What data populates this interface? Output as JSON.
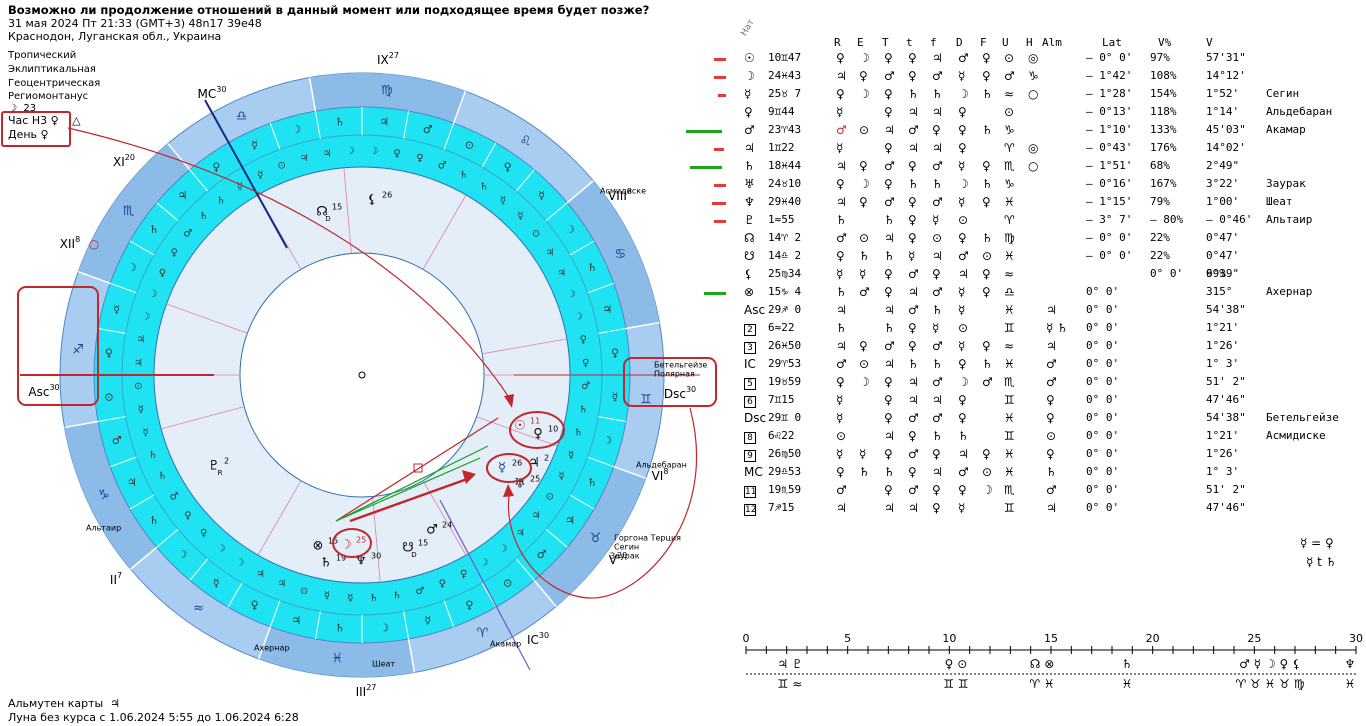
{
  "header": {
    "question": "Возможно ли продолжение отношений в данный момент или подходящее время будет позже?",
    "datetime": "31 мая 2024  Пт  21:33 (GMT+3) 48n17  39e48",
    "place": "Краснодон, Луганская обл., Украина"
  },
  "systems": [
    "Тропический",
    "Эклиптикальная",
    "Геоцентрическая",
    "Региомонтанус"
  ],
  "moon_day": {
    "glyph": "☽",
    "value": "23"
  },
  "hour": {
    "hour_label": "Час Н3",
    "hour_glyph": "♀",
    "hour_mark": "△",
    "day_label": "День",
    "day_glyph": "♀"
  },
  "footer": {
    "almuten_label": "Альмутен карты",
    "almuten_glyph": "♃",
    "void_moon": "Луна без курса с 1.06.2024  5:55 до 1.06.2024  6:28"
  },
  "wheel": {
    "house_labels": [
      {
        "id": "asc",
        "text": "Asc",
        "sup": "30"
      },
      {
        "id": "dsc",
        "text": "Dsc",
        "sup": "30"
      },
      {
        "id": "mc",
        "text": "MC",
        "sup": "30"
      },
      {
        "id": "ic",
        "text": "IC",
        "sup": "30"
      },
      {
        "id": "h2",
        "text": "II",
        "sup": "7"
      },
      {
        "id": "h3",
        "text": "III",
        "sup": "27"
      },
      {
        "id": "h5",
        "text": "V",
        "sup": "20"
      },
      {
        "id": "h6",
        "text": "VI",
        "sup": "8"
      },
      {
        "id": "h8",
        "text": "VIII",
        "sup": "8"
      },
      {
        "id": "h9",
        "text": "IX",
        "sup": "27"
      },
      {
        "id": "h11",
        "text": "XI",
        "sup": "20"
      },
      {
        "id": "h12",
        "text": "XII",
        "sup": "8"
      }
    ],
    "stars": [
      {
        "id": "betelgeuse",
        "text": "Бетельгейзе"
      },
      {
        "id": "polaris",
        "text": "Полярная"
      },
      {
        "id": "aldebaran",
        "text": "Альдебаран"
      },
      {
        "id": "algol",
        "text": "Горгона Терция"
      },
      {
        "id": "segin",
        "text": "Сегин"
      },
      {
        "id": "zaurak",
        "text": "Заурак"
      },
      {
        "id": "achernar",
        "text": "Ахернар"
      },
      {
        "id": "scheat",
        "text": "Шеат"
      },
      {
        "id": "acamar",
        "text": "Акамар"
      },
      {
        "id": "altair",
        "text": "Альтаир"
      },
      {
        "id": "asmidiske",
        "text": "Асмидиске"
      }
    ],
    "planets": [
      {
        "id": "sun",
        "glyph": "☉",
        "deg": "11"
      },
      {
        "id": "venus",
        "glyph": "♀",
        "deg": "10"
      },
      {
        "id": "mercury",
        "glyph": "☿",
        "deg": "26"
      },
      {
        "id": "jupiter",
        "glyph": "♃",
        "deg": "2"
      },
      {
        "id": "uranus",
        "glyph": "♅",
        "deg": "25"
      },
      {
        "id": "mars",
        "glyph": "♂",
        "deg": "24"
      },
      {
        "id": "node_s",
        "glyph": "☋",
        "deg": "15",
        "sub": "D"
      },
      {
        "id": "moon",
        "glyph": "☽",
        "deg": "25"
      },
      {
        "id": "fortune",
        "glyph": "⊗",
        "deg": "15"
      },
      {
        "id": "saturn",
        "glyph": "♄",
        "deg": "19"
      },
      {
        "id": "neptune",
        "glyph": "♆",
        "deg": "30"
      },
      {
        "id": "pluto",
        "glyph": "♇",
        "deg": "2",
        "sub": "R"
      },
      {
        "id": "node_n",
        "glyph": "☊",
        "deg": "15",
        "sub": "D"
      },
      {
        "id": "lilith",
        "glyph": "⚸",
        "deg": "26"
      }
    ]
  },
  "table": {
    "nat_label": "Нат",
    "columns": [
      "R",
      "E",
      "T",
      "t",
      "f",
      "D",
      "F",
      "U",
      "H",
      "Alm",
      "Lat",
      "V%",
      "V"
    ],
    "rows": [
      {
        "p": "☉",
        "pos": "10♊47",
        "dign": [
          "♀",
          "☽",
          "♀",
          "♀",
          "♃",
          "♂",
          "♀",
          "⊙",
          "◎"
        ],
        "alm": "",
        "lat": "– 0° 0'",
        "vp": "97%",
        "v": "57'31\"",
        "star": ""
      },
      {
        "p": "☽",
        "pos": "24♓43",
        "dign": [
          "♃",
          "♀",
          "♂",
          "♀",
          "♂",
          "☿",
          "♀",
          "♂",
          "♑"
        ],
        "alm": "",
        "lat": "– 1°42'",
        "vp": "108%",
        "v": "14°12'",
        "star": ""
      },
      {
        "p": "☿",
        "pos": "25♉ 7",
        "dign": [
          "♀",
          "☽",
          "♀",
          "♄",
          "♄",
          "☽",
          "♄",
          "≈",
          "○"
        ],
        "alm": "",
        "lat": "– 1°28'",
        "vp": "154%",
        "v": "1°52'",
        "star": "Сегин"
      },
      {
        "p": "♀",
        "pos": "9♊44",
        "dign": [
          "☿",
          "",
          "♀",
          "♃",
          "♃",
          "♀",
          "",
          "⊙",
          ""
        ],
        "alm": "",
        "lat": "– 0°13'",
        "vp": "118%",
        "v": "1°14'",
        "star": "Альдебаран"
      },
      {
        "p": "♂",
        "pos": "23♈43",
        "dign": [
          "♂",
          "⊙",
          "♃",
          "♂",
          "♀",
          "♀",
          "♄",
          "♑",
          ""
        ],
        "alm": "",
        "lat": "– 1°10'",
        "vp": "133%",
        "v": "45'03\"",
        "star": "Акамар"
      },
      {
        "p": "♃",
        "pos": "1♊22",
        "dign": [
          "☿",
          "",
          "♀",
          "♃",
          "♃",
          "♀",
          "",
          "♈",
          "◎"
        ],
        "alm": "",
        "lat": "– 0°43'",
        "vp": "176%",
        "v": "14°02'",
        "star": ""
      },
      {
        "p": "♄",
        "pos": "18♓44",
        "dign": [
          "♃",
          "♀",
          "♂",
          "♀",
          "♂",
          "☿",
          "♀",
          "♏",
          "○"
        ],
        "alm": "",
        "lat": "– 1°51'",
        "vp": "68%",
        "v": "2°49\"",
        "star": ""
      },
      {
        "p": "♅",
        "pos": "24♉10",
        "dign": [
          "♀",
          "☽",
          "♀",
          "♄",
          "♄",
          "☽",
          "♄",
          "♑",
          ""
        ],
        "alm": "",
        "lat": "– 0°16'",
        "vp": "167%",
        "v": "3°22'",
        "star": "Заурак"
      },
      {
        "p": "♆",
        "pos": "29♓40",
        "dign": [
          "♃",
          "♀",
          "♂",
          "♀",
          "♂",
          "☿",
          "♀",
          "♓",
          ""
        ],
        "alm": "",
        "lat": "– 1°15'",
        "vp": "79%",
        "v": "1°00'",
        "star": "Шеат"
      },
      {
        "p": "♇",
        "pos": "1≈55",
        "dign": [
          "♄",
          "",
          "♄",
          "♀",
          "☿",
          "⊙",
          "",
          "♈",
          ""
        ],
        "alm": "",
        "lat": "– 3° 7'",
        "vp": "– 80%",
        "v": "– 0°46'",
        "star": "Альтаир"
      },
      {
        "p": "☊",
        "pos": "14♈ 2",
        "dign": [
          "♂",
          "⊙",
          "♃",
          "♀",
          "⊙",
          "♀",
          "♄",
          "♍",
          ""
        ],
        "alm": "",
        "lat": "– 0° 0'",
        "vp": "22%",
        "v": "0°47'",
        "star": ""
      },
      {
        "p": "☋",
        "pos": "14♎ 2",
        "dign": [
          "♀",
          "♄",
          "♄",
          "☿",
          "♃",
          "♂",
          "⊙",
          "♓",
          ""
        ],
        "alm": "",
        "lat": "– 0° 0'",
        "vp": "22%",
        "v": "0°47'",
        "star": ""
      },
      {
        "p": "⚸",
        "pos": "25♍34",
        "dign": [
          "☿",
          "☿",
          "♀",
          "♂",
          "♀",
          "♃",
          "♀",
          "≈",
          ""
        ],
        "alm": "",
        "lat": "",
        "vp": "0° 0'",
        "v": "99%",
        "vx": "6'39\"",
        "star": ""
      },
      {
        "p": "⊗",
        "pos": "15♑ 4",
        "dign": [
          "♄",
          "♂",
          "♀",
          "♃",
          "♂",
          "☿",
          "♀",
          "♎",
          ""
        ],
        "alm": "",
        "lat": "0° 0'",
        "vp": "",
        "v": "315°",
        "star": "Ахернар"
      },
      {
        "p": "Asc",
        "pos": "29♐ 0",
        "dign": [
          "♃",
          "",
          "♃",
          "♂",
          "♄",
          "☿",
          "",
          "♓",
          ""
        ],
        "alm": "♃",
        "lat": "0° 0'",
        "vp": "",
        "v": "54'38\"",
        "star": ""
      },
      {
        "p": "2",
        "pos": "6≈22",
        "dign": [
          "♄",
          "",
          "♄",
          "♀",
          "☿",
          "⊙",
          "",
          "♊",
          ""
        ],
        "alm": "☿ ♄",
        "lat": "0° 0'",
        "vp": "",
        "v": "1°21'",
        "star": ""
      },
      {
        "p": "3",
        "pos": "26♓50",
        "dign": [
          "♃",
          "♀",
          "♂",
          "♀",
          "♂",
          "☿",
          "♀",
          "≈",
          ""
        ],
        "alm": "♃",
        "lat": "0° 0'",
        "vp": "",
        "v": "1°26'",
        "star": ""
      },
      {
        "p": "IC",
        "pos": "29♈53",
        "dign": [
          "♂",
          "⊙",
          "♃",
          "♄",
          "♄",
          "♀",
          "♄",
          "♓",
          ""
        ],
        "alm": "♂",
        "lat": "0° 0'",
        "vp": "",
        "v": "1° 3'",
        "star": ""
      },
      {
        "p": "5",
        "pos": "19♉59",
        "dign": [
          "♀",
          "☽",
          "♀",
          "♃",
          "♂",
          "☽",
          "♂",
          "♏",
          ""
        ],
        "alm": "♂",
        "lat": "0° 0'",
        "vp": "",
        "v": "51' 2\"",
        "star": ""
      },
      {
        "p": "6",
        "pos": "7♊15",
        "dign": [
          "☿",
          "",
          "♀",
          "♃",
          "♃",
          "♀",
          "",
          "♊",
          ""
        ],
        "alm": "♀",
        "lat": "0° 0'",
        "vp": "",
        "v": "47'46\"",
        "star": ""
      },
      {
        "p": "Dsc",
        "pos": "29♊ 0",
        "dign": [
          "☿",
          "",
          "♀",
          "♂",
          "♂",
          "♀",
          "",
          "♓",
          ""
        ],
        "alm": "♀",
        "lat": "0° 0'",
        "vp": "",
        "v": "54'38\"",
        "star": "Бетельгейзе"
      },
      {
        "p": "8",
        "pos": "6♌22",
        "dign": [
          "⊙",
          "",
          "♃",
          "♀",
          "♄",
          "♄",
          "",
          "♊",
          ""
        ],
        "alm": "⊙",
        "lat": "0° 0'",
        "vp": "",
        "v": "1°21'",
        "star": "Асмидиске"
      },
      {
        "p": "9",
        "pos": "26♍50",
        "dign": [
          "☿",
          "☿",
          "♀",
          "♂",
          "♀",
          "♃",
          "♀",
          "♓",
          ""
        ],
        "alm": "♀",
        "lat": "0° 0'",
        "vp": "",
        "v": "1°26'",
        "star": ""
      },
      {
        "p": "MC",
        "pos": "29♎53",
        "dign": [
          "♀",
          "♄",
          "♄",
          "♀",
          "♃",
          "♂",
          "⊙",
          "♓",
          ""
        ],
        "alm": "♄",
        "lat": "0° 0'",
        "vp": "",
        "v": "1° 3'",
        "star": ""
      },
      {
        "p": "11",
        "pos": "19♏59",
        "dign": [
          "♂",
          "",
          "♀",
          "♂",
          "♀",
          "♀",
          "☽",
          "♏",
          ""
        ],
        "alm": "♂",
        "lat": "0° 0'",
        "vp": "",
        "v": "51' 2\"",
        "star": ""
      },
      {
        "p": "12",
        "pos": "7♐15",
        "dign": [
          "♃",
          "",
          "♃",
          "♃",
          "♀",
          "☿",
          "",
          "♊",
          ""
        ],
        "alm": "♃",
        "lat": "0° 0'",
        "vp": "",
        "v": "47'46\"",
        "star": ""
      }
    ],
    "notes": [
      "☿ = ♀",
      "☿ t ♄"
    ]
  },
  "scale": {
    "ticks": [
      "0",
      "5",
      "10",
      "15",
      "20",
      "25",
      "30"
    ],
    "top_glyphs": [
      "♃ ♇",
      "♀ ⊙",
      "☊ ⊗",
      "♄",
      "♂ ☿ ☽ ♀ ⚸",
      "♆"
    ],
    "bottom_glyphs": [
      "♊ ≈",
      "♊ ♊",
      "♈ ♓",
      "♓",
      "♈ ♉ ♓ ♉ ♍",
      "♓"
    ]
  }
}
